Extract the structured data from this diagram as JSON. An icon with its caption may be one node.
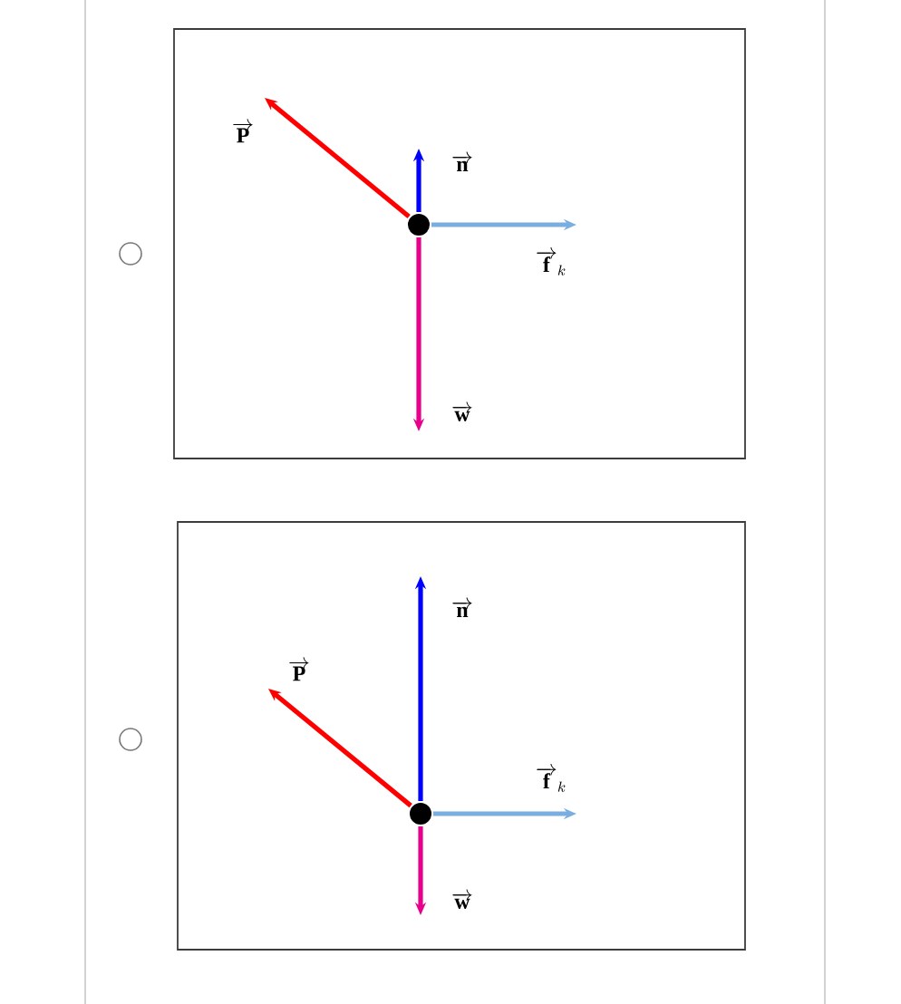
{
  "diagram": {
    "nodes": [
      {
        "text": [],
        "shape": "box"
      },
      {
        "text": [],
        "shape": "circle",
        "in": 0
      },
      {
        "text": [],
        "shape": "box"
      },
      {
        "text": [],
        "shape": "circle",
        "in": 2
      }
    ],
    "edges": [
      {
        "from": 1,
        "to": null,
        "arrow": "to",
        "label": "\\overrightarrow{\\mathbf{P}}",
        "color": "#ff0000"
      },
      {
        "from": 1,
        "to": null,
        "arrow": "to",
        "label": "\\overrightarrow{\\mathbf{n}}",
        "color": "#0000ff"
      },
      {
        "from": 1,
        "to": null,
        "arrow": "to",
        "label": "\\overrightarrow{\\mathbf{f}}_k",
        "color": "#7aaee0"
      },
      {
        "from": 1,
        "to": null,
        "arrow": "to",
        "label": "\\overrightarrow{\\mathbf{w}}",
        "color": "#e6008c"
      },
      {
        "from": 3,
        "to": null,
        "arrow": "to",
        "label": "\\overrightarrow{\\mathbf{P}}",
        "color": "#ff0000"
      },
      {
        "from": 3,
        "to": null,
        "arrow": "to",
        "label": "\\overrightarrow{\\mathbf{n}}",
        "color": "#0000ff"
      },
      {
        "from": 3,
        "to": null,
        "arrow": "to",
        "label": "\\overrightarrow{\\mathbf{f}}_k",
        "color": "#7aaee0"
      },
      {
        "from": 3,
        "to": null,
        "arrow": "to",
        "label": "\\overrightarrow{\\mathbf{w}}",
        "color": "#e6008c"
      }
    ]
  }
}
